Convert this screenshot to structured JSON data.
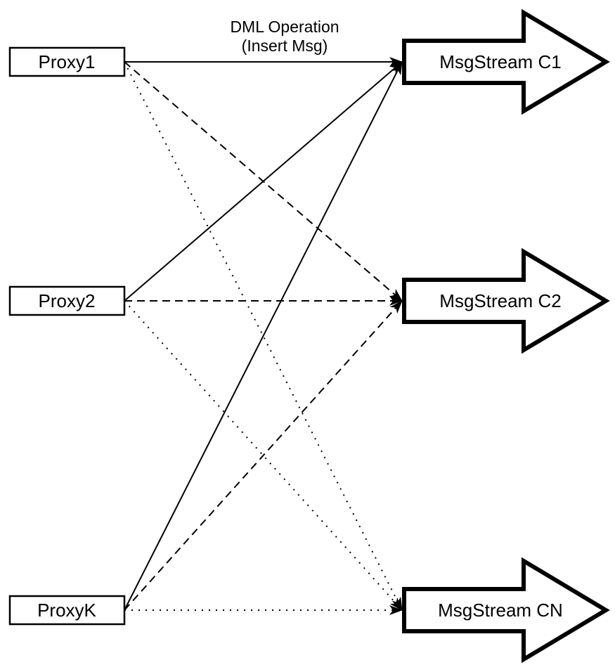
{
  "diagram": {
    "title_line1": "DML Operation",
    "title_line2": "(Insert Msg)",
    "colors": {
      "ink": "#000000",
      "background": "#ffffff"
    },
    "proxies": [
      {
        "id": "proxy1",
        "label": "Proxy1"
      },
      {
        "id": "proxy2",
        "label": "Proxy2"
      },
      {
        "id": "proxyk",
        "label": "ProxyK"
      }
    ],
    "streams": [
      {
        "id": "c1",
        "label": "MsgStream C1",
        "incoming_line_style": "solid"
      },
      {
        "id": "c2",
        "label": "MsgStream C2",
        "incoming_line_style": "dashed"
      },
      {
        "id": "cn",
        "label": "MsgStream CN",
        "incoming_line_style": "dotted"
      }
    ],
    "edges": [
      {
        "from": "proxy1",
        "to": "c1",
        "style": "solid"
      },
      {
        "from": "proxy1",
        "to": "c2",
        "style": "dashed"
      },
      {
        "from": "proxy1",
        "to": "cn",
        "style": "dotted"
      },
      {
        "from": "proxy2",
        "to": "c1",
        "style": "solid"
      },
      {
        "from": "proxy2",
        "to": "c2",
        "style": "dashed"
      },
      {
        "from": "proxy2",
        "to": "cn",
        "style": "dotted"
      },
      {
        "from": "proxyk",
        "to": "c1",
        "style": "solid"
      },
      {
        "from": "proxyk",
        "to": "c2",
        "style": "dashed"
      },
      {
        "from": "proxyk",
        "to": "cn",
        "style": "dotted"
      }
    ]
  }
}
